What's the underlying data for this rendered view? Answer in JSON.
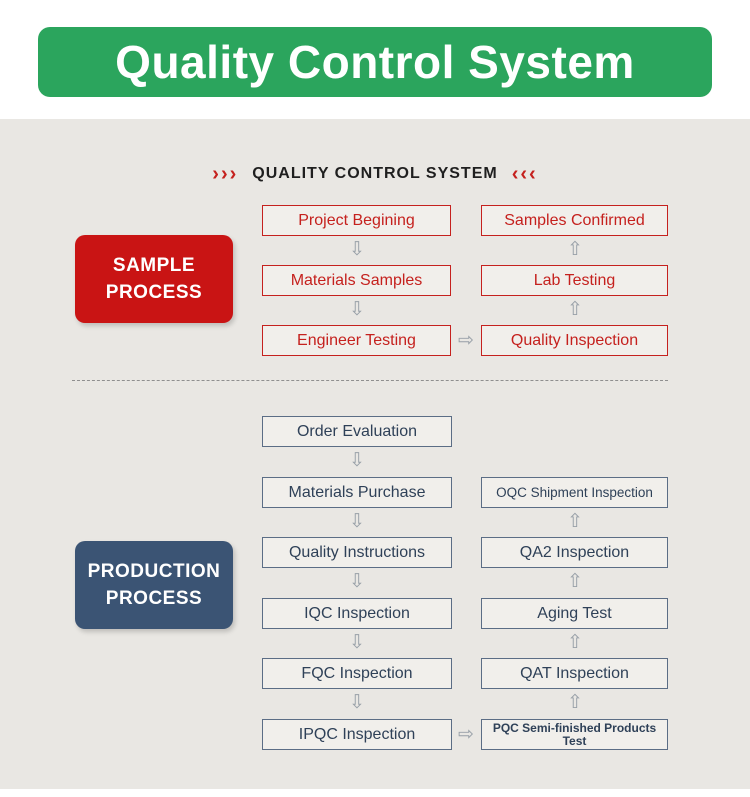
{
  "banner": {
    "title": "Quality Control System",
    "bg_color": "#2ba55d"
  },
  "header": {
    "left_chevrons": "›››",
    "title": "QUALITY CONTROL SYSTEM",
    "right_chevrons": "‹‹‹",
    "chevron_color": "#c5211e"
  },
  "sample": {
    "label_line1": "SAMPLE",
    "label_line2": "PROCESS",
    "label_color": "#c91414",
    "box_color": "#c5211e",
    "left": [
      "Project Begining",
      "Materials Samples",
      "Engineer Testing"
    ],
    "right": [
      "Samples Confirmed",
      "Lab Testing",
      "Quality Inspection"
    ]
  },
  "production": {
    "label_line1": "PRODUCTION",
    "label_line2": "PROCESS",
    "label_color": "#3b5474",
    "box_color": "#2f4158",
    "left": [
      "Order Evaluation",
      "Materials Purchase",
      "Quality Instructions",
      "IQC Inspection",
      "FQC Inspection",
      "IPQC Inspection"
    ],
    "right": [
      "OQC Shipment Inspection",
      "QA2 Inspection",
      "Aging Test",
      "QAT Inspection",
      "PQC Semi-finished Products Test"
    ]
  },
  "arrows": {
    "down": "⇩",
    "up": "⇧",
    "right": "⇨"
  }
}
